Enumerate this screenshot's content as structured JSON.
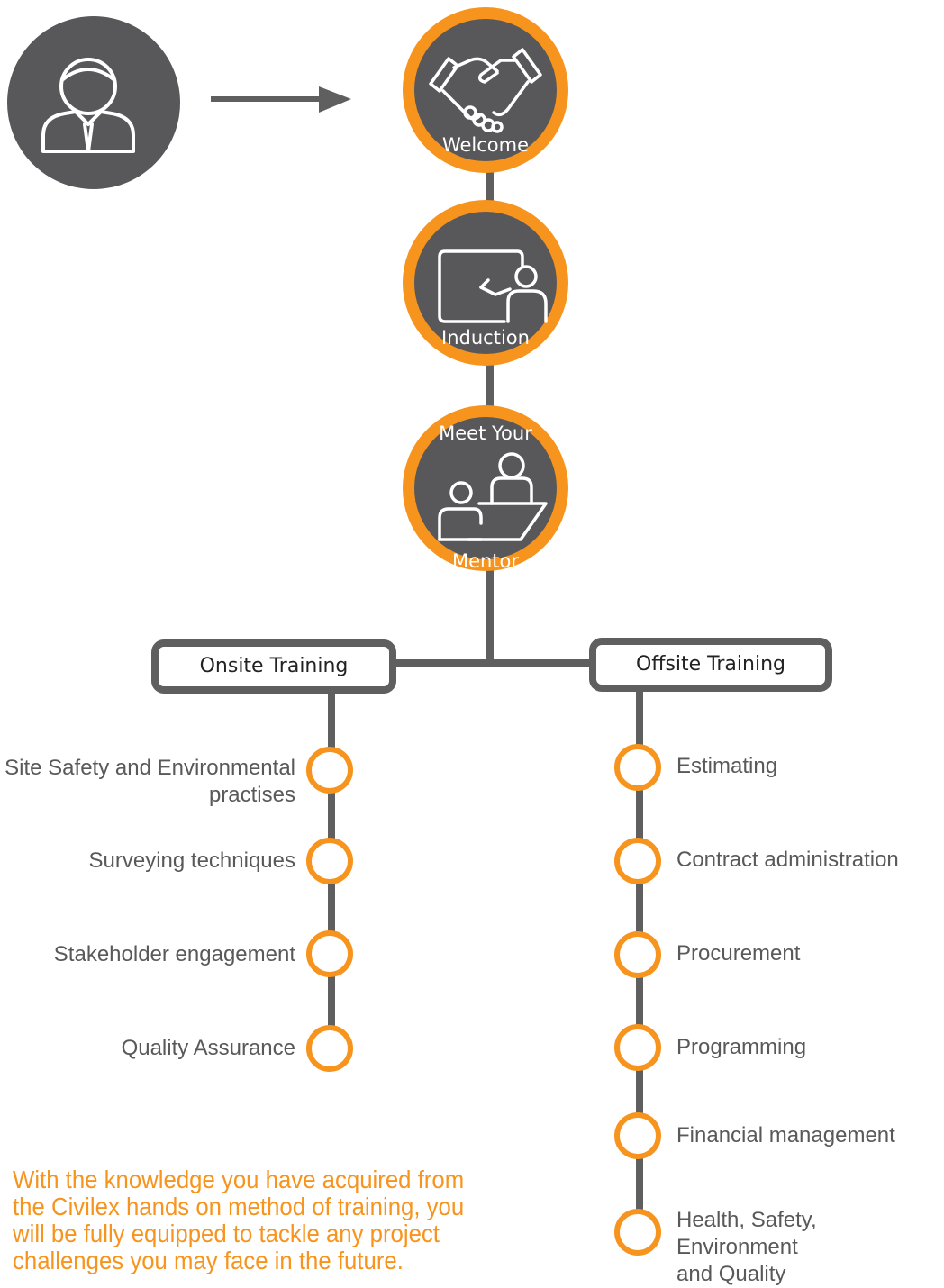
{
  "nodes": {
    "welcome": {
      "label": "Welcome"
    },
    "induction": {
      "label": "Induction"
    },
    "mentor": {
      "label_top": "Meet Your",
      "label_bottom": "Mentor"
    }
  },
  "branches": {
    "onsite": {
      "title": "Onsite Training",
      "items": [
        {
          "line1": "Site Safety and Environmental",
          "line2": "practises"
        },
        {
          "line1": "Surveying techniques"
        },
        {
          "line1": "Stakeholder engagement"
        },
        {
          "line1": "Quality Assurance"
        }
      ]
    },
    "offsite": {
      "title": "Offsite Training",
      "items": [
        {
          "line1": "Estimating"
        },
        {
          "line1": "Contract administration"
        },
        {
          "line1": "Procurement"
        },
        {
          "line1": "Programming"
        },
        {
          "line1": "Financial management"
        },
        {
          "line1": "Health, Safety, Environment",
          "line2": "and Quality"
        }
      ]
    }
  },
  "footer": {
    "text": "With the knowledge you have acquired from the Civilex hands on method of training, you will be fully equipped to tackle any  project challenges you may face in the future."
  },
  "colors": {
    "accent": "#f7941d",
    "node_fill": "#58585a",
    "line": "#5f5f5f",
    "text": "#595959"
  },
  "icons": [
    "user-icon",
    "arrow-right-icon",
    "handshake-icon",
    "presentation-icon",
    "mentor-meeting-icon"
  ]
}
